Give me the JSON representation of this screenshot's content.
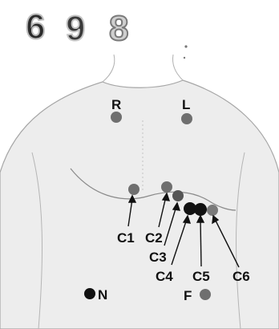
{
  "logo": {
    "text": "698"
  },
  "labels": {
    "R": "R",
    "L": "L",
    "C1": "C1",
    "C2": "C2",
    "C3": "C3",
    "C4": "C4",
    "C5": "C5",
    "C6": "C6",
    "N": "N",
    "F": "F"
  },
  "colors": {
    "electrode_gray": "#6f6f6f",
    "electrode_black": "#111111",
    "body_outline": "#9a9a9a",
    "body_fill": "#ececec",
    "label": "#111111"
  }
}
